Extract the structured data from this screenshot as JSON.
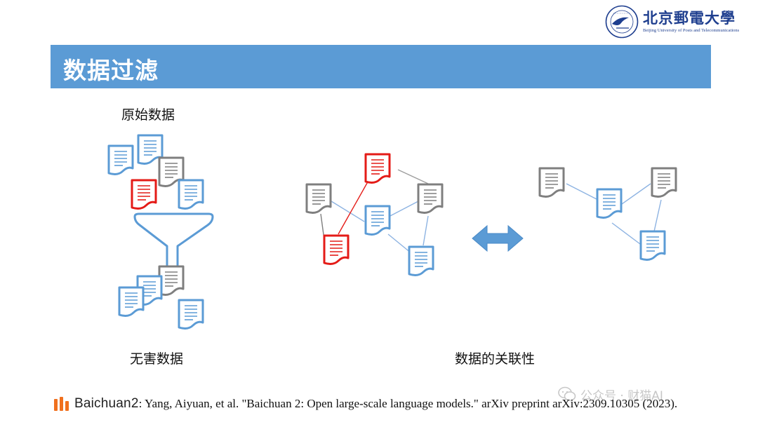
{
  "header": {
    "university_name_cn": "北京郵電大學",
    "university_name_en": "Beijing University of Posts and Telecommunications",
    "title": "数据过滤"
  },
  "diagram": {
    "raw_data_label": "原始数据",
    "harmless_data_label": "无害数据",
    "relevance_label": "数据的关联性"
  },
  "footer": {
    "brand": "Baichuan2",
    "citation": ": Yang, Aiyuan, et al. \"Baichuan 2: Open large-scale language models.\" arXiv preprint arXiv:2309.10305 (2023)."
  },
  "watermark": {
    "text": "公众号 · 财猫AI"
  },
  "colors": {
    "title_bar": "#5b9bd5",
    "doc_blue": "#5b9bd5",
    "doc_gray": "#7f7f7f",
    "doc_red": "#e41b17",
    "brand_orange": "#f0701e"
  }
}
